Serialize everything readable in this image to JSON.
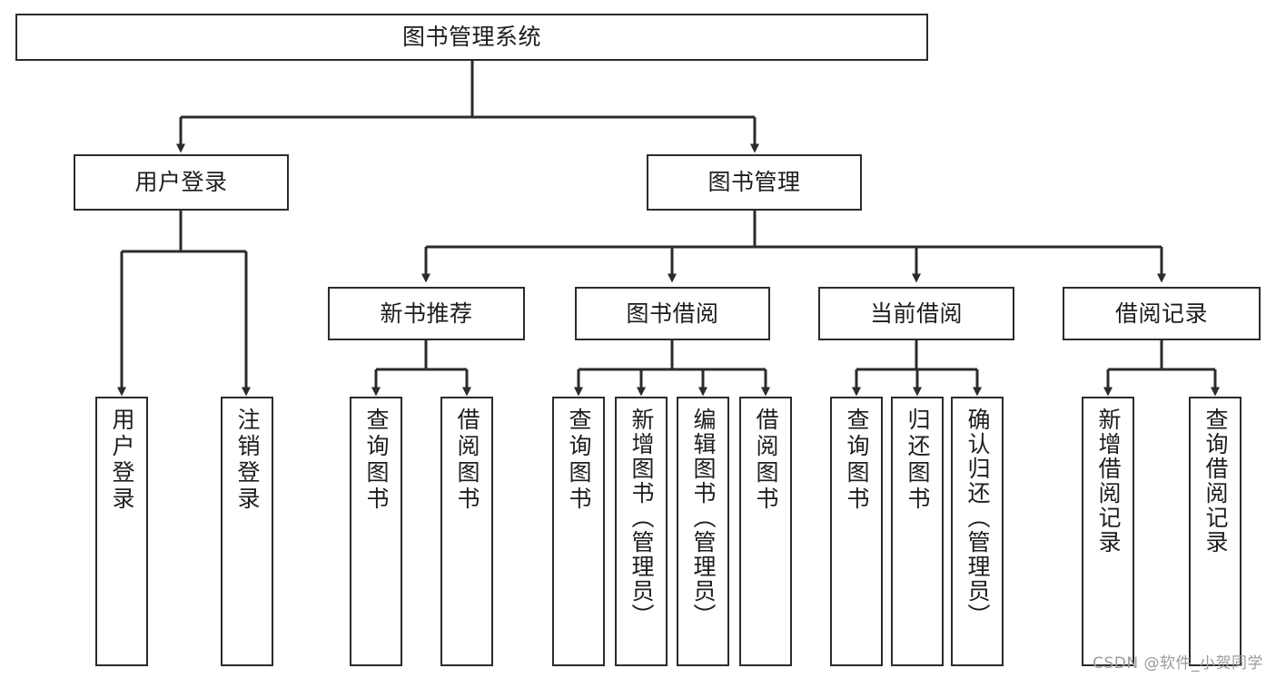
{
  "diagram": {
    "type": "tree",
    "title": "图书管理系统",
    "stroke_color": "#2b2b2b",
    "background_color": "#ffffff",
    "text_color": "#1d1d1d",
    "root": {
      "label": "图书管理系统"
    },
    "level2": [
      {
        "label": "用户登录"
      },
      {
        "label": "图书管理"
      }
    ],
    "level3": [
      {
        "label": "新书推荐"
      },
      {
        "label": "图书借阅"
      },
      {
        "label": "当前借阅"
      },
      {
        "label": "借阅记录"
      }
    ],
    "leaves": {
      "user_login": [
        {
          "label": "用户登录"
        },
        {
          "label": "注销登录"
        }
      ],
      "new_book_recommend": [
        {
          "label": "查询图书"
        },
        {
          "label": "借阅图书"
        }
      ],
      "book_borrow": [
        {
          "label": "查询图书"
        },
        {
          "label": "新增图书（管理员）"
        },
        {
          "label": "编辑图书（管理员）"
        },
        {
          "label": "借阅图书"
        }
      ],
      "current_borrow": [
        {
          "label": "查询图书"
        },
        {
          "label": "归还图书"
        },
        {
          "label": "确认归还（管理员）"
        }
      ],
      "borrow_record": [
        {
          "label": "新增借阅记录"
        },
        {
          "label": "查询借阅记录"
        }
      ]
    }
  },
  "watermark": {
    "text": "CSDN @软件_小贺同学"
  }
}
